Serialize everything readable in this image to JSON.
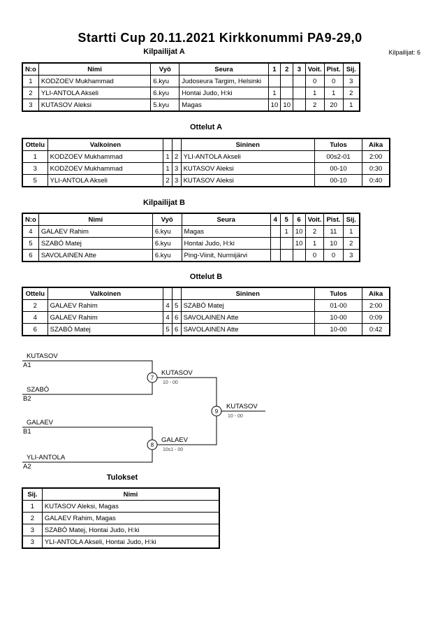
{
  "title": "Startti Cup  20.11.2021  Kirkkonummi   PA9-29,0",
  "participants_label": "Kilpailijat: 6",
  "pool_a": {
    "heading": "Kilpailijat A",
    "headers": [
      "N:o",
      "Nimi",
      "Vyö",
      "Seura",
      "1",
      "2",
      "3",
      "Voit.",
      "Pist.",
      "Sij."
    ],
    "rows": [
      [
        "1",
        "KODZOEV Mukhammad",
        "6.kyu",
        "Judoseura Targim, Helsinki",
        "",
        "",
        "",
        "0",
        "0",
        "3"
      ],
      [
        "2",
        "YLI-ANTOLA Akseli",
        "6.kyu",
        "Hontai Judo, H:ki",
        "1",
        "",
        "",
        "1",
        "1",
        "2"
      ],
      [
        "3",
        "KUTASOV Aleksi",
        "5.kyu",
        "Magas",
        "10",
        "10",
        "",
        "2",
        "20",
        "1"
      ]
    ]
  },
  "matches_a": {
    "heading": "Ottelut A",
    "headers": [
      "Ottelu",
      "Valkoinen",
      "",
      "",
      "Sininen",
      "Tulos",
      "Aika"
    ],
    "rows": [
      [
        "1",
        "KODZOEV Mukhammad",
        "1",
        "2",
        "YLI-ANTOLA Akseli",
        "00s2-01",
        "2:00"
      ],
      [
        "3",
        "KODZOEV Mukhammad",
        "1",
        "3",
        "KUTASOV Aleksi",
        "00-10",
        "0:30"
      ],
      [
        "5",
        "YLI-ANTOLA Akseli",
        "2",
        "3",
        "KUTASOV Aleksi",
        "00-10",
        "0:40"
      ]
    ]
  },
  "pool_b": {
    "heading": "Kilpailijat B",
    "headers": [
      "N:o",
      "Nimi",
      "Vyö",
      "Seura",
      "4",
      "5",
      "6",
      "Voit.",
      "Pist.",
      "Sij."
    ],
    "rows": [
      [
        "4",
        "GALAEV Rahim",
        "6.kyu",
        "Magas",
        "",
        "1",
        "10",
        "2",
        "11",
        "1"
      ],
      [
        "5",
        "SZABÓ Matej",
        "6.kyu",
        "Hontai Judo, H:ki",
        "",
        "",
        "10",
        "1",
        "10",
        "2"
      ],
      [
        "6",
        "SAVOLAINEN Atte",
        "6.kyu",
        "Ping-Viinit, Nurmijärvi",
        "",
        "",
        "",
        "0",
        "0",
        "3"
      ]
    ]
  },
  "matches_b": {
    "heading": "Ottelut B",
    "headers": [
      "Ottelu",
      "Valkoinen",
      "",
      "",
      "Sininen",
      "Tulos",
      "Aika"
    ],
    "rows": [
      [
        "2",
        "GALAEV Rahim",
        "4",
        "5",
        "SZABÓ Matej",
        "01-00",
        "2:00"
      ],
      [
        "4",
        "GALAEV Rahim",
        "4",
        "6",
        "SAVOLAINEN Atte",
        "10-00",
        "0:09"
      ],
      [
        "6",
        "SZABÓ Matej",
        "5",
        "6",
        "SAVOLAINEN Atte",
        "10-00",
        "0:42"
      ]
    ]
  },
  "bracket": {
    "entrants": [
      {
        "name": "KUTASOV",
        "seed": "A1"
      },
      {
        "name": "SZABÓ",
        "seed": "B2"
      },
      {
        "name": "GALAEV",
        "seed": "B1"
      },
      {
        "name": "YLI-ANTOLA",
        "seed": "A2"
      }
    ],
    "semis": [
      {
        "match": "7",
        "winner": "KUTASOV",
        "score": "10 - 00"
      },
      {
        "match": "8",
        "winner": "GALAEV",
        "score": "10s1 - 00"
      }
    ],
    "final": {
      "match": "9",
      "winner": "KUTASOV",
      "score": "10 - 00"
    }
  },
  "results": {
    "heading": "Tulokset",
    "headers": [
      "Sij.",
      "Nimi"
    ],
    "rows": [
      [
        "1",
        "KUTASOV Aleksi, Magas"
      ],
      [
        "2",
        "GALAEV Rahim, Magas"
      ],
      [
        "3",
        "SZABÓ Matej, Hontai Judo, H:ki"
      ],
      [
        "3",
        "YLI-ANTOLA Akseli, Hontai Judo, H:ki"
      ]
    ]
  }
}
